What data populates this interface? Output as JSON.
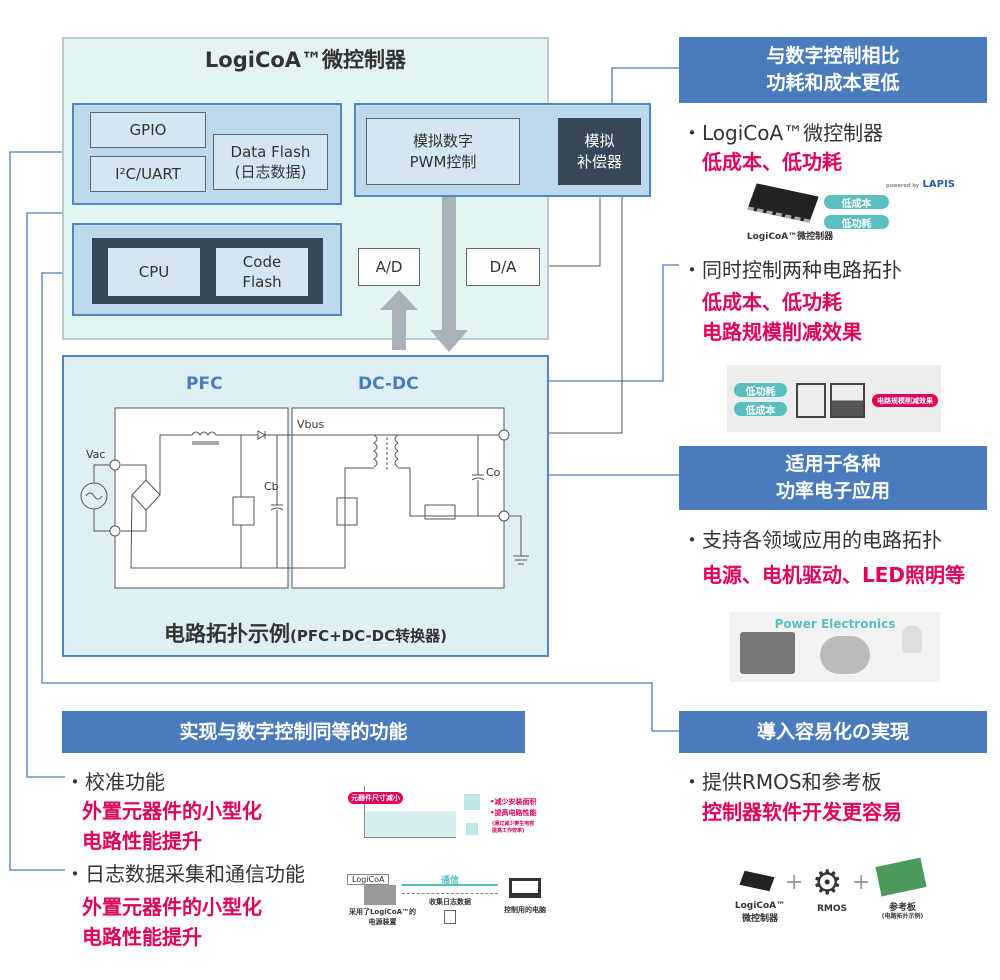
{
  "mcu": {
    "title": "LogiCoA™微控制器",
    "gpio": "GPIO",
    "i2c": "I²C/UART",
    "data_flash": "Data Flash\n(日志数据)",
    "pwm": "模拟数字\nPWM控制",
    "compensator": "模拟\n补偿器",
    "cpu": "CPU",
    "code_flash": "Code\nFlash",
    "ad": "A/D",
    "da": "D/A"
  },
  "circuit": {
    "pfc": "PFC",
    "dcdc": "DC-DC",
    "vac": "Vac",
    "vbus": "Vbus",
    "cb": "Cb",
    "co": "Co",
    "caption_main": "电路拓扑示例",
    "caption_sub": "(PFC+DC-DC转换器)"
  },
  "right": {
    "header1": "与数字控制相比\n功耗和成本更低",
    "bullet1": "・LogiCoA™微控制器",
    "red1": "低成本、低功耗",
    "chip_label": "LogiCoA™微控制器",
    "lapis_small": "powered by",
    "lapis": "LAPIS",
    "pill_low_cost": "低成本",
    "pill_low_power": "低功耗",
    "bullet2": "・同时控制两种电路拓扑",
    "red2": "低成本、低功耗\n电路规模削减效果",
    "img2_pill1": "低功耗",
    "img2_pill2": "低成本",
    "img2_tag": "电路规模削减效果",
    "header2": "适用于各种\n功率电子应用",
    "bullet3": "・支持各领域应用的电路拓扑",
    "red3": "电源、电机驱动、LED照明等",
    "pe_label": "Power Electronics",
    "header3": "導入容易化の実現",
    "bullet4": "・提供RMOS和参考板",
    "red4": "控制器软件开发更容易",
    "kit_chip": "LogiCoA™\n微控制器",
    "kit_rmos": "RMOS",
    "kit_board": "参考板",
    "kit_board_sub": "(电路拓扑示例)",
    "plus": "+"
  },
  "left": {
    "header": "实现与数字控制同等的功能",
    "bullet1": "・校准功能",
    "red1": "外置元器件的小型化\n电路性能提升",
    "bullet2": "・日志数据采集和通信功能",
    "red2": "外置元器件的小型化\n电路性能提升",
    "img_tag": "元器件尺寸减小",
    "img_r1": "•减少安装面积",
    "img_r2": "•提高电路性能",
    "img_r3": "(通过减少寄生电容\n提高工作效率)",
    "logicoa_tag": "LogiCoA",
    "comm": "通信",
    "collect": "收集日志数据",
    "device": "采用了LogiCoA™的\n电源装置",
    "pc": "控制用的电脑"
  },
  "colors": {
    "accent": "#4a7bbd",
    "red": "#e0005a",
    "teal": "#5bbfc0",
    "dark": "#37475a"
  }
}
